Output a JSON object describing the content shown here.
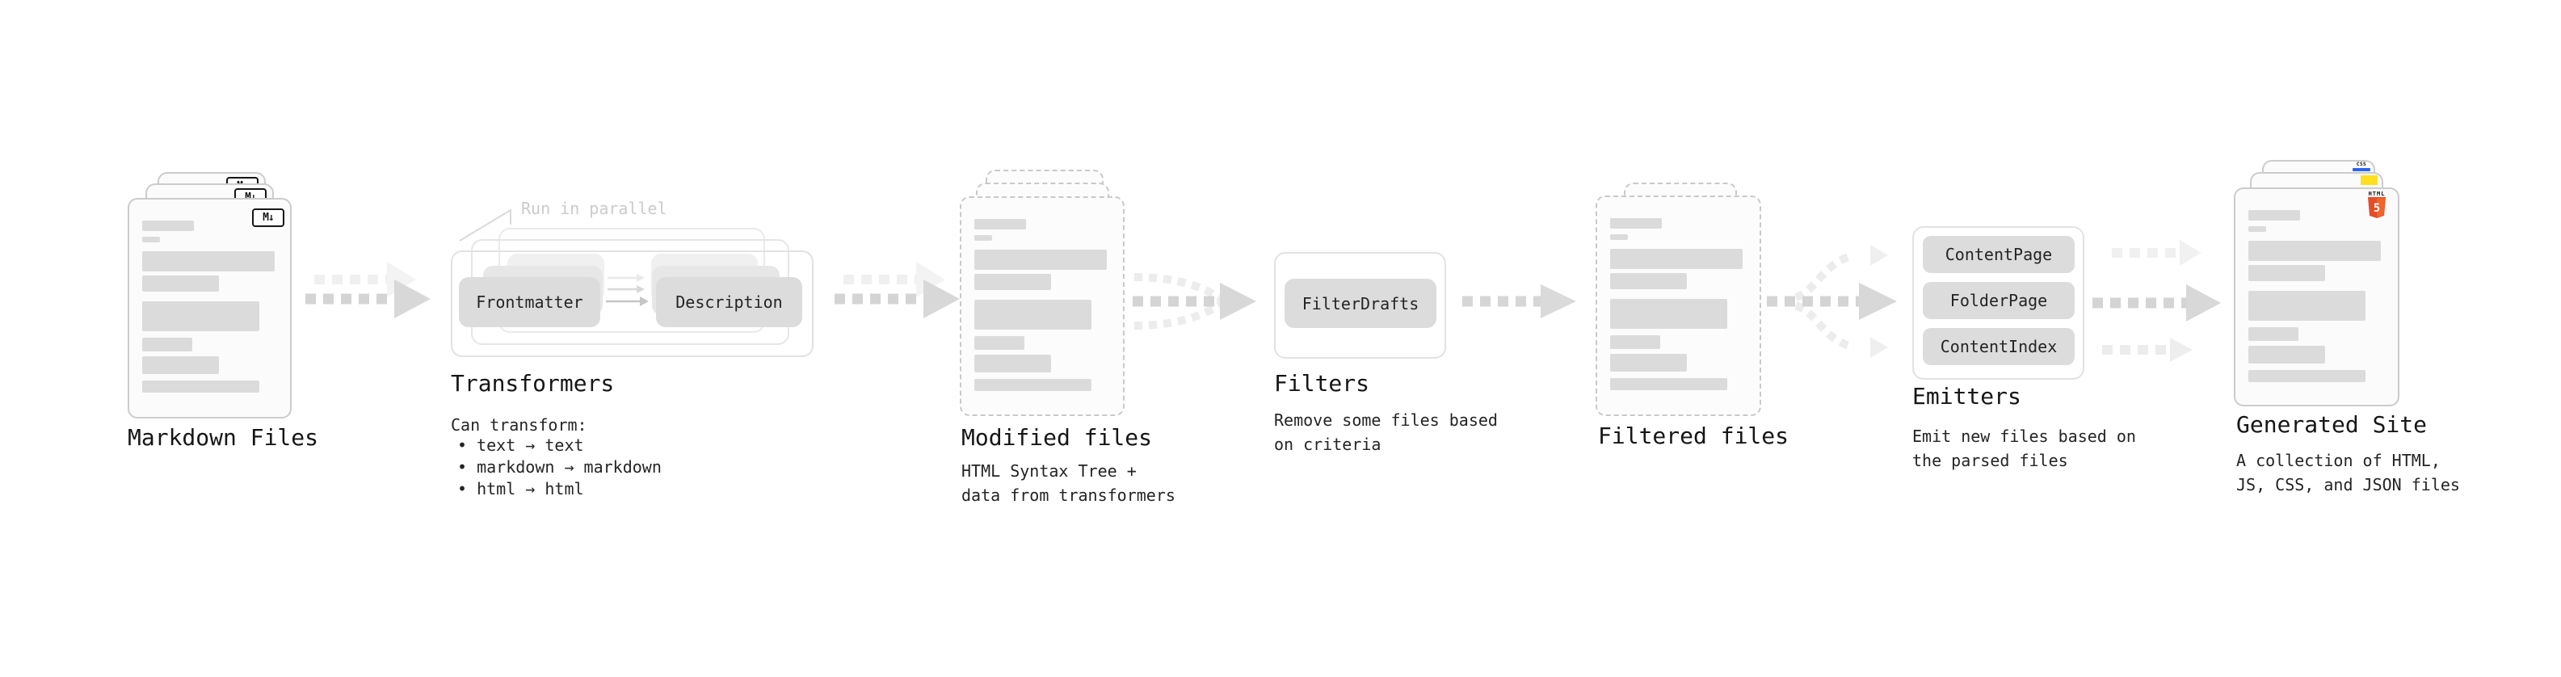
{
  "diagram": {
    "markdown_files": {
      "title": "Markdown Files",
      "badge": "M↓"
    },
    "transformers": {
      "annotation": "Run in parallel",
      "box_left": "Frontmatter",
      "box_right": "Description",
      "title": "Transformers",
      "desc_heading": "Can transform:",
      "bullets": [
        "• text → text",
        "• markdown → markdown",
        "• html → html"
      ]
    },
    "modified_files": {
      "title": "Modified files",
      "subtitle": [
        "HTML Syntax Tree +",
        "data from transformers"
      ]
    },
    "filters": {
      "box": "FilterDrafts",
      "title": "Filters",
      "subtitle": [
        "Remove some files based",
        "on criteria"
      ]
    },
    "filtered_files": {
      "title": "Filtered files"
    },
    "emitters": {
      "boxes": [
        "ContentPage",
        "FolderPage",
        "ContentIndex"
      ],
      "title": "Emitters",
      "subtitle": [
        "Emit new files based on",
        "the parsed files"
      ]
    },
    "generated_site": {
      "title": "Generated Site",
      "subtitle": [
        "A collection of HTML,",
        "JS, CSS, and JSON files"
      ],
      "badges": {
        "css": "CSS",
        "html": "HTML",
        "html_number": "5"
      }
    }
  },
  "colors": {
    "html5_orange": "#e44d26",
    "html5_orange_light": "#f16529",
    "js_yellow": "#ffdf1e",
    "css_blue": "#2965f1",
    "arrow_dark": "#d4d4d4",
    "arrow_light": "#ededed",
    "card_border": "#cccccc",
    "text_ink": "#1c1c1c"
  }
}
